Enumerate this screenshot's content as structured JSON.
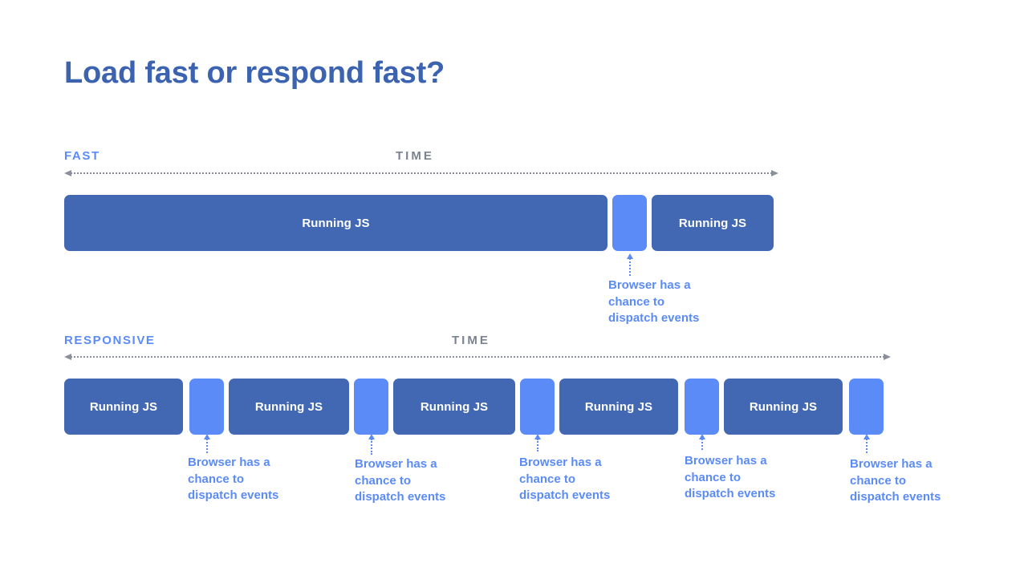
{
  "slide": {
    "title": "Load fast or respond fast?",
    "background_color": "#ffffff",
    "title_color": "#3b63b0",
    "js_block_color": "#4268b3",
    "gap_block_color": "#5b8bf7",
    "accent_color": "#5b8bf7",
    "axis_color": "#8a8f9c",
    "time_label_color": "#7b8290"
  },
  "sections": [
    {
      "label": "FAST",
      "time_label": "TIME",
      "blocks": [
        {
          "kind": "js",
          "label": "Running JS"
        },
        {
          "kind": "gap",
          "label": ""
        },
        {
          "kind": "js",
          "label": "Running JS"
        }
      ],
      "callouts": [
        {
          "text": "Browser has a\nchance to\ndispatch events"
        }
      ]
    },
    {
      "label": "RESPONSIVE",
      "time_label": "TIME",
      "blocks": [
        {
          "kind": "js",
          "label": "Running JS"
        },
        {
          "kind": "gap",
          "label": ""
        },
        {
          "kind": "js",
          "label": "Running JS"
        },
        {
          "kind": "gap",
          "label": ""
        },
        {
          "kind": "js",
          "label": "Running JS"
        },
        {
          "kind": "gap",
          "label": ""
        },
        {
          "kind": "js",
          "label": "Running JS"
        },
        {
          "kind": "gap",
          "label": ""
        },
        {
          "kind": "js",
          "label": "Running JS"
        },
        {
          "kind": "gap",
          "label": ""
        }
      ],
      "callouts": [
        {
          "text": "Browser has a\nchance to\ndispatch events"
        },
        {
          "text": "Browser has a\nchance to\ndispatch events"
        },
        {
          "text": "Browser has a\nchance to\ndispatch events"
        },
        {
          "text": "Browser has a\nchance to\ndispatch events"
        },
        {
          "text": "Browser has a\nchance to\ndispatch events"
        }
      ]
    }
  ]
}
